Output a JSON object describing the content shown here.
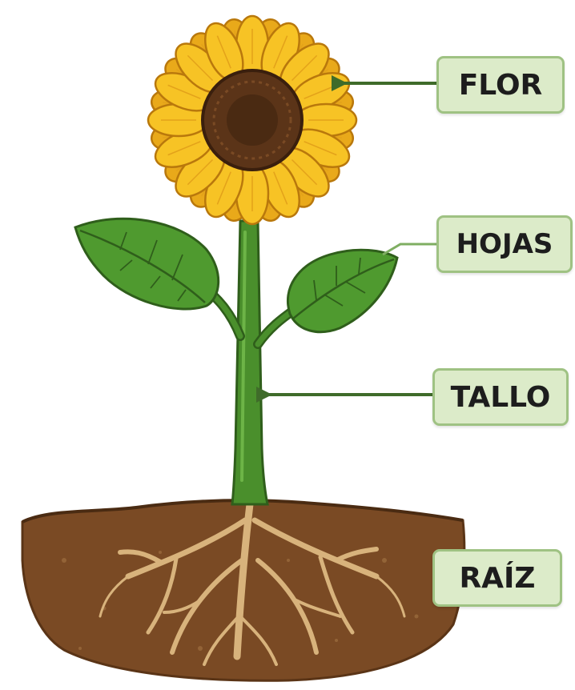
{
  "labels": {
    "flower": "FLOR",
    "leaves": "HOJAS",
    "stem": "TALLO",
    "root": "RAÍZ"
  },
  "colors": {
    "label_fill": "#dcebc9",
    "label_border": "#9fc283",
    "pointer": "#3f6b2a",
    "petal": "#f7c325",
    "flower_center": "#5b3418",
    "leaf": "#4f9a2f",
    "stem": "#4a8f2c",
    "soil": "#7a4a24",
    "root": "#d8b37c"
  }
}
